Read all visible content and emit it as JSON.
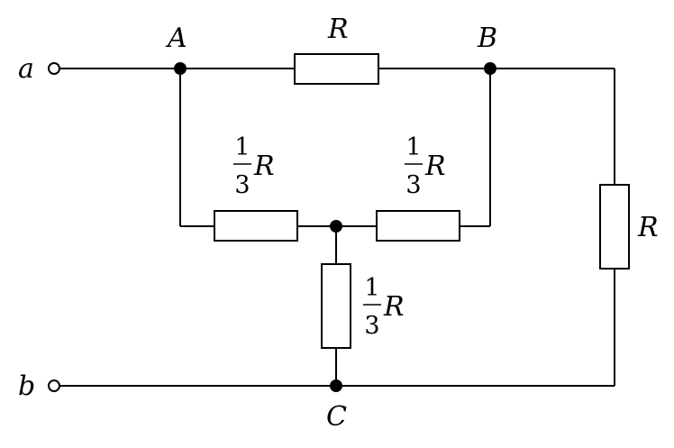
{
  "terminals": {
    "a": "a",
    "b": "b"
  },
  "nodes": {
    "A": "A",
    "B": "B",
    "C": "C"
  },
  "resistors": {
    "top": {
      "label": "R"
    },
    "right": {
      "label": "R"
    },
    "left_mid": {
      "numerator": "1",
      "denominator": "3",
      "symbol": "R"
    },
    "right_mid": {
      "numerator": "1",
      "denominator": "3",
      "symbol": "R"
    },
    "vertical": {
      "numerator": "1",
      "denominator": "3",
      "symbol": "R"
    }
  }
}
